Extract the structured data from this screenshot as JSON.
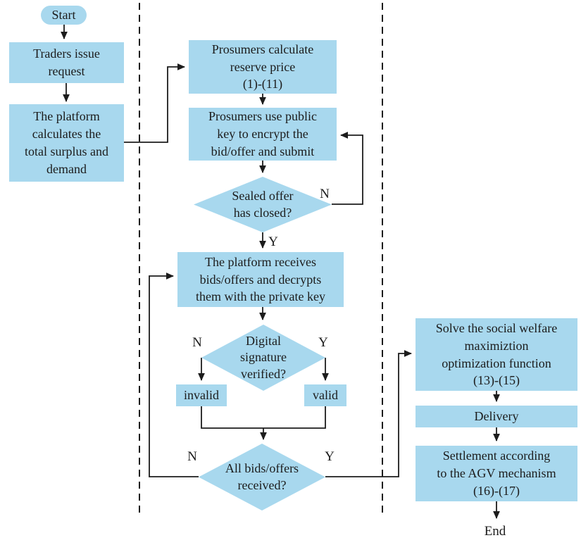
{
  "colors": {
    "node_fill": "#a8d8ee",
    "line": "#1c1c1c",
    "text": "#1c1c1c",
    "background": "#ffffff"
  },
  "diagram": {
    "terminals": {
      "start": "Start",
      "end": "End"
    },
    "branch_labels": {
      "yes": "Y",
      "no": "N"
    },
    "nodes": {
      "traders_issue_request": "Traders issue\nrequest",
      "platform_calculates": "The platform\ncalculates the\ntotal surplus and\ndemand",
      "prosumers_calculate": "Prosumers calculate\nreserve price\n(1)-(11)",
      "prosumers_encrypt": "Prosumers use public\nkey to encrypt the\nbid/offer and submit",
      "sealed_offer_closed": "Sealed offer\nhas closed?",
      "platform_receives": "The platform receives\nbids/offers and decrypts\nthem with the private key",
      "digital_signature_verified": "Digital\nsignature\nverified?",
      "invalid": "invalid",
      "valid": "valid",
      "all_bids_received": "All bids/offers\nreceived?",
      "solve_social_welfare": "Solve the social welfare\nmaximiztion\noptimization function\n(13)-(15)",
      "delivery": "Delivery",
      "settlement_agv": "Settlement according\nto the AGV mechanism\n(16)-(17)"
    }
  }
}
